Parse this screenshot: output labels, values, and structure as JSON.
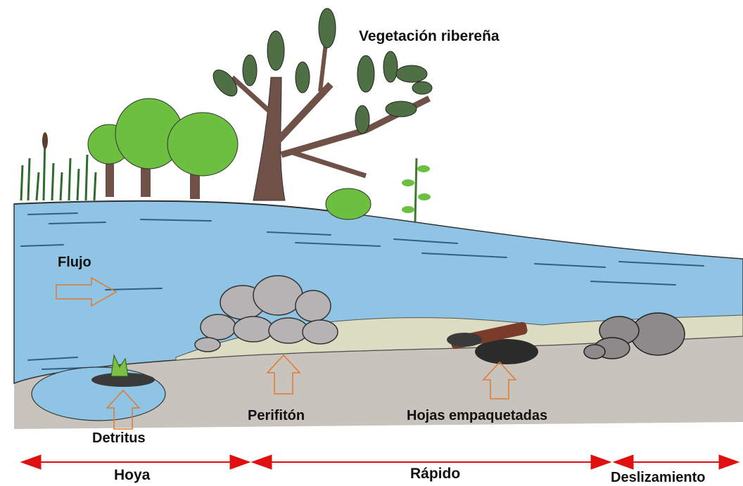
{
  "labels": {
    "riparian": "Vegetación ribereña",
    "flow": "Flujo",
    "periphyton": "Perifitón",
    "packed_leaves": "Hojas empaquetadas",
    "detritus": "Detritus"
  },
  "zones": [
    {
      "name": "Hoya"
    },
    {
      "name": "Rápido"
    },
    {
      "name": "Deslizamiento"
    }
  ],
  "colors": {
    "water": "#8fc4e4",
    "water_lines": "#2f5f86",
    "sediment": "#c9c3bd",
    "sand": "#dcdcc2",
    "rock": "#b5b3b3",
    "tree_green": "#6cbf3f",
    "foliage_dark": "#4f6f44",
    "trunk": "#6f5148",
    "arrow_outline": "#e07a2e",
    "zone_arrows": "#e01010"
  },
  "icons": [
    "trees",
    "dead-tree",
    "reeds",
    "rocks",
    "leaf-pack",
    "arrow-outline-right",
    "arrow-outline-up"
  ]
}
